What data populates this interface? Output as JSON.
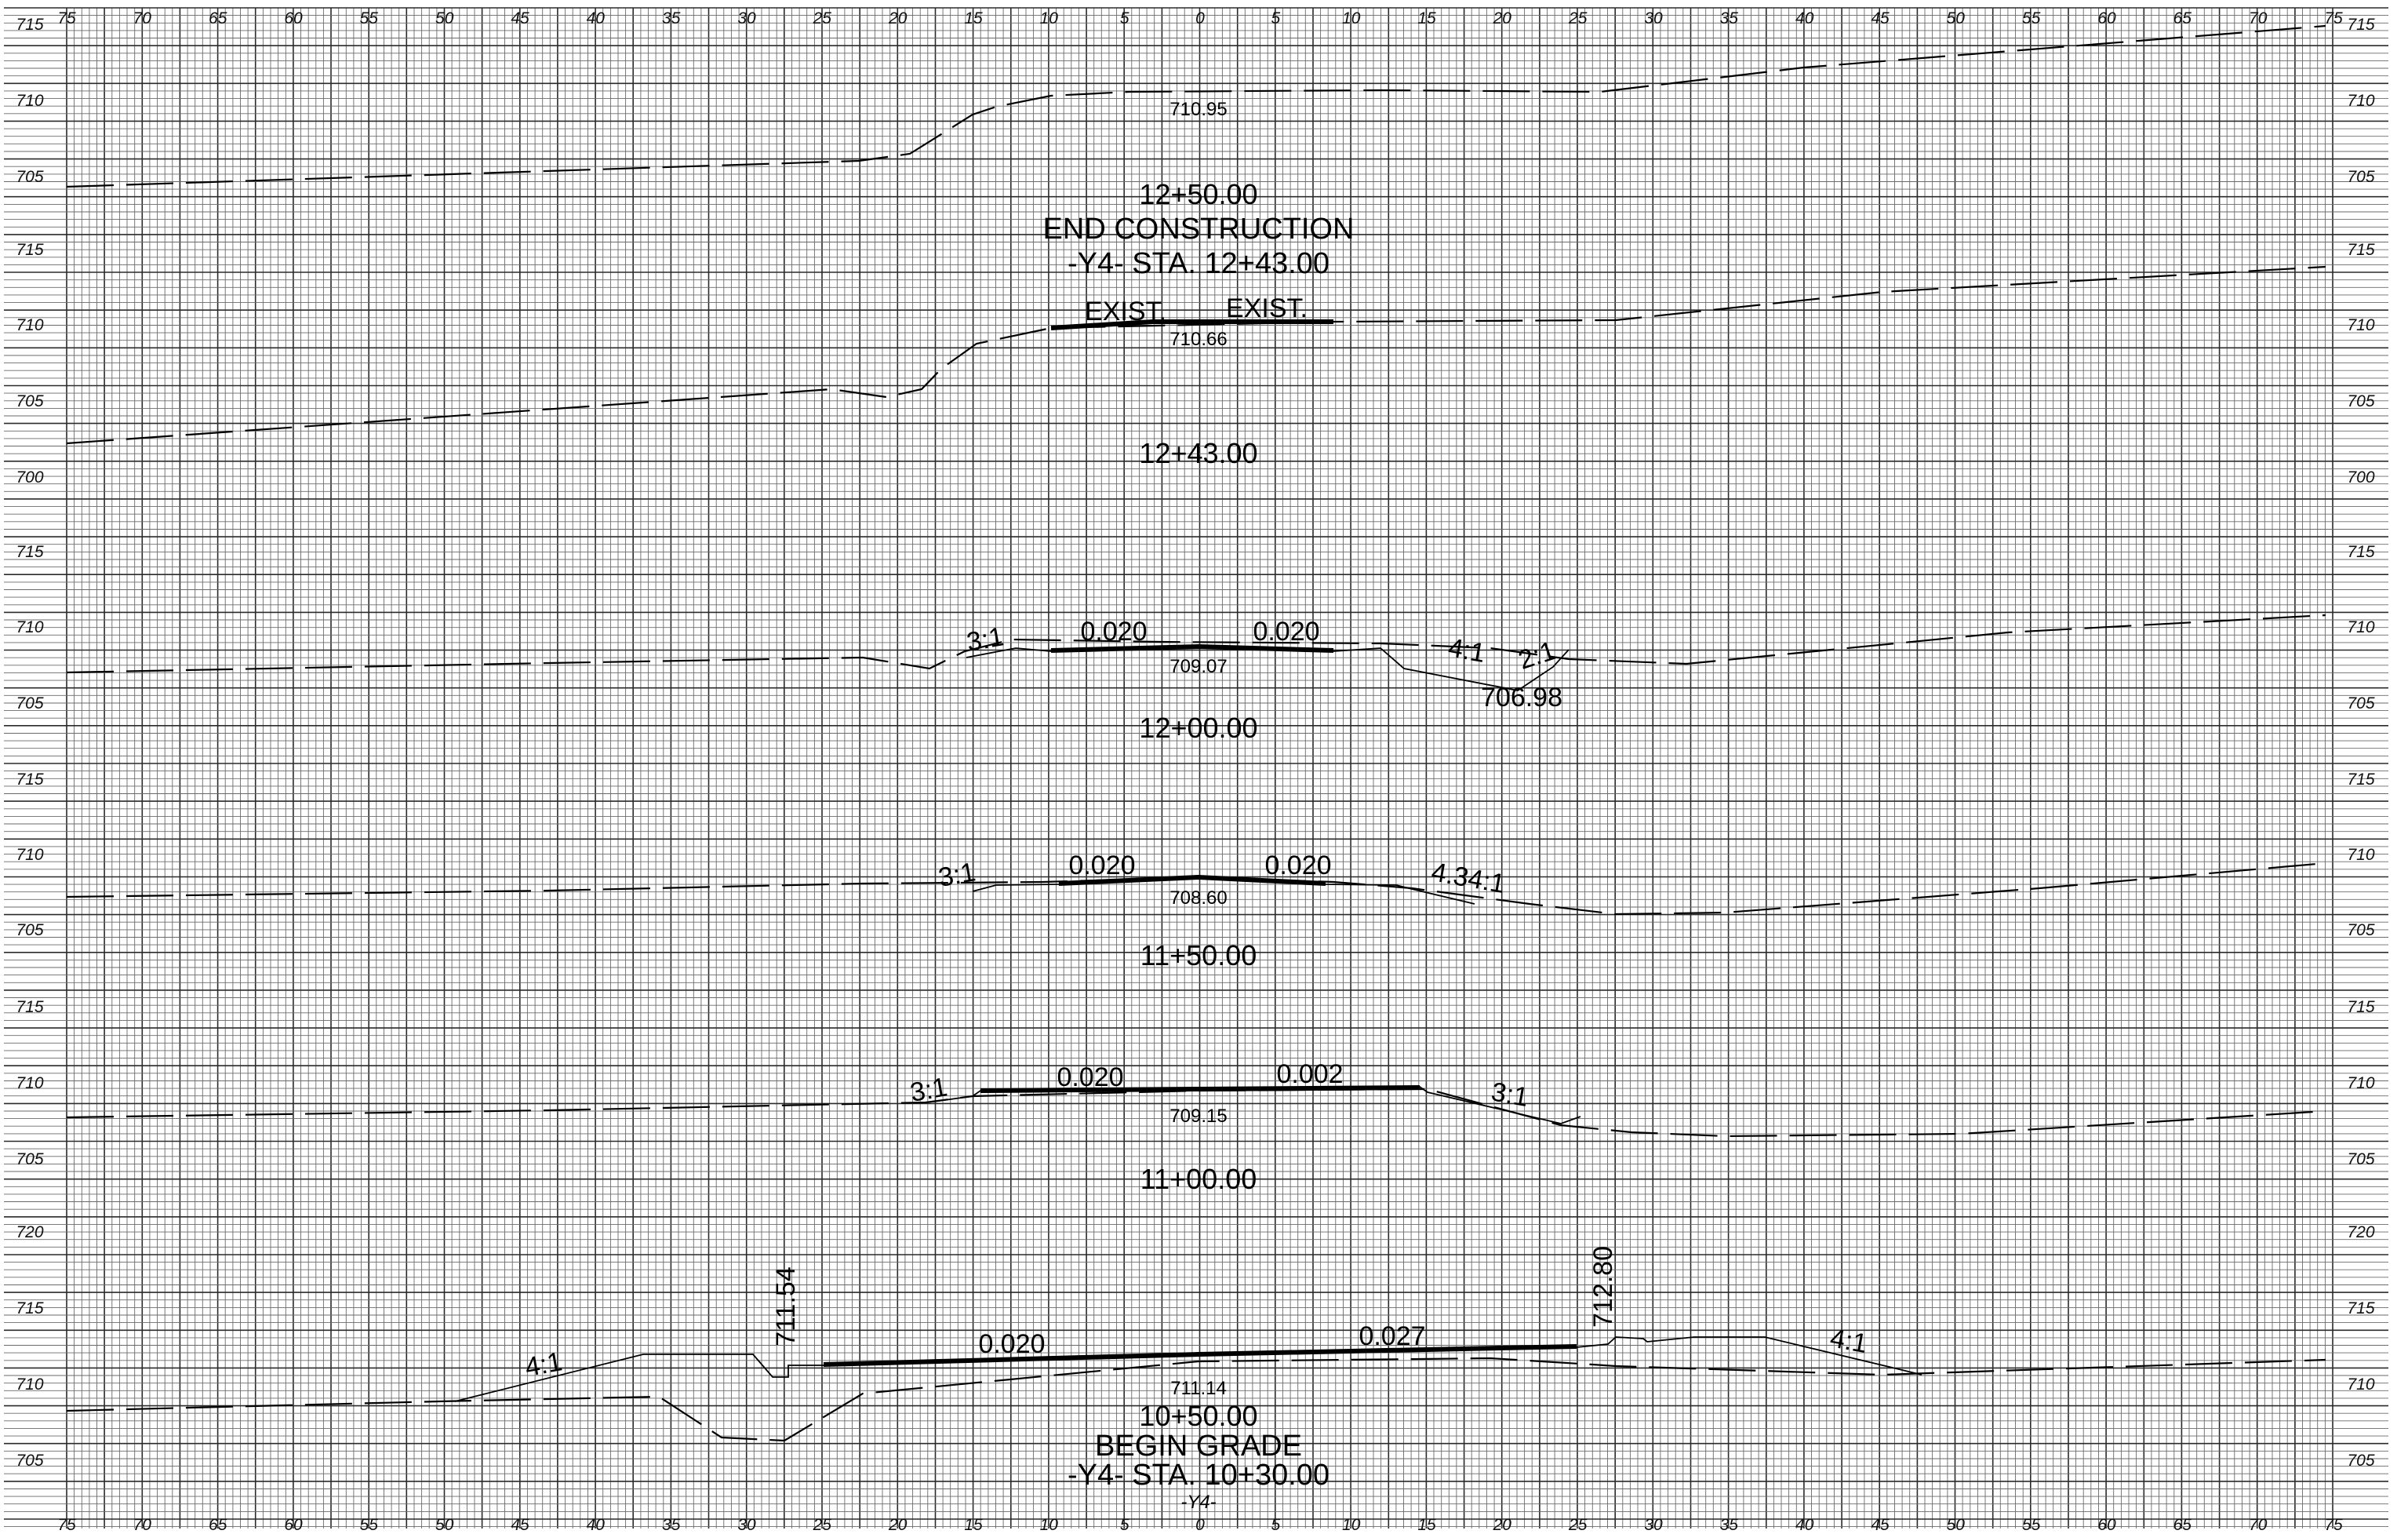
{
  "axes": {
    "x_ticks": [
      "75",
      "70",
      "65",
      "60",
      "55",
      "50",
      "45",
      "40",
      "35",
      "30",
      "25",
      "20",
      "15",
      "10",
      "5",
      "0",
      "5",
      "10",
      "15",
      "20",
      "25",
      "30",
      "35",
      "40",
      "45",
      "50",
      "55",
      "60",
      "65",
      "70",
      "75"
    ]
  },
  "sections": [
    {
      "id": "sta-12-50",
      "station": "12+50.00",
      "title_lines": [
        "END CONSTRUCTION",
        "-Y4- STA. 12+43.00"
      ],
      "centerline_elevation": "710.95",
      "elevation_ticks": [
        "715",
        "710",
        "705"
      ],
      "labels": []
    },
    {
      "id": "sta-12-43",
      "station": "12+43.00",
      "title_lines": [],
      "centerline_elevation": "710.66",
      "elevation_ticks": [
        "715",
        "710",
        "705",
        "700"
      ],
      "labels": [
        "EXIST.",
        "EXIST."
      ]
    },
    {
      "id": "sta-12-00",
      "station": "12+00.00",
      "title_lines": [],
      "centerline_elevation": "709.07",
      "elevation_ticks": [
        "715",
        "710",
        "705"
      ],
      "labels": [
        "3:1",
        "0.020",
        "0.020",
        "4:1",
        "2:1",
        "706.98"
      ]
    },
    {
      "id": "sta-11-50",
      "station": "11+50.00",
      "title_lines": [],
      "centerline_elevation": "708.60",
      "elevation_ticks": [
        "715",
        "710",
        "705"
      ],
      "labels": [
        "3:1",
        "0.020",
        "0.020",
        "4.34:1"
      ]
    },
    {
      "id": "sta-11-00",
      "station": "11+00.00",
      "title_lines": [],
      "centerline_elevation": "709.15",
      "elevation_ticks": [
        "715",
        "710",
        "705"
      ],
      "labels": [
        "3:1",
        "0.020",
        "0.002",
        "3:1"
      ]
    },
    {
      "id": "sta-10-50",
      "station": "10+50.00",
      "title_lines": [
        "BEGIN GRADE",
        "-Y4- STA. 10+30.00"
      ],
      "centerline_elevation": "711.14",
      "elevation_ticks": [
        "720",
        "715",
        "710",
        "705"
      ],
      "labels": [
        "4:1",
        "711.54",
        "0.020",
        "0.027",
        "712.80",
        "4:1"
      ]
    }
  ],
  "footer_label": "-Y4-"
}
